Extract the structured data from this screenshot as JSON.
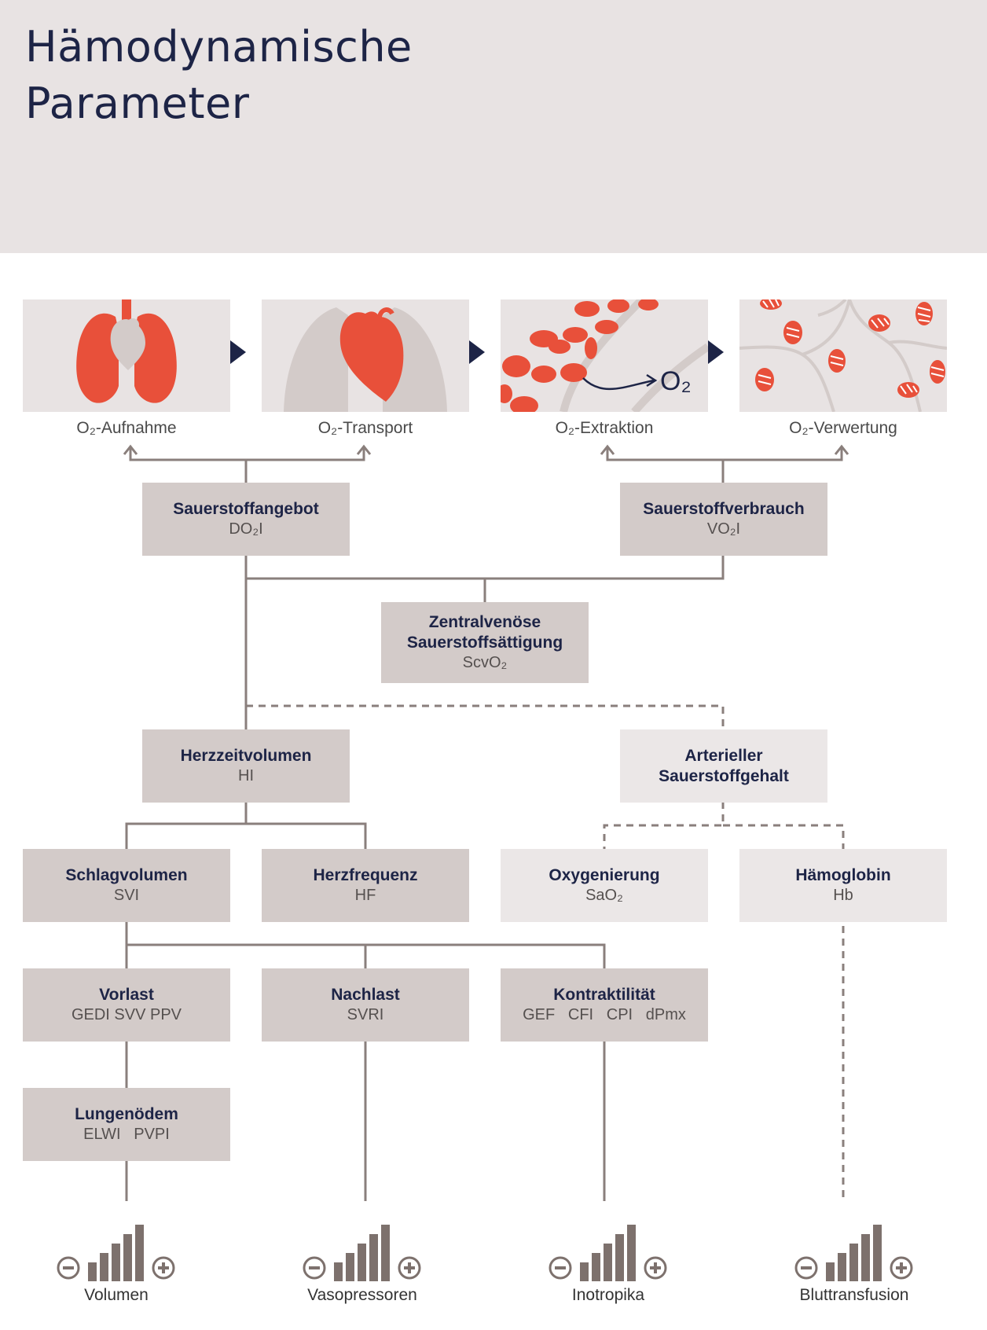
{
  "title": {
    "line1": "Hämodynamische",
    "line2": "Parameter"
  },
  "panels": [
    {
      "label": "O₂-Aufnahme",
      "icon": "lungs-heart-icon"
    },
    {
      "label": "O₂-Transport",
      "icon": "heart-icon"
    },
    {
      "label": "O₂-Extraktion",
      "icon": "red-blood-cells-icon",
      "annotation": "O₂"
    },
    {
      "label": "O₂-Verwertung",
      "icon": "mitochondria-icon"
    }
  ],
  "boxes": {
    "sauerstoffangebot": {
      "title": "Sauerstoffangebot",
      "sub": "DO₂I"
    },
    "sauerstoffverbrauch": {
      "title": "Sauerstoffverbrauch",
      "sub": "VO₂I"
    },
    "zentralvenoese": {
      "title_line1": "Zentralvenöse",
      "title_line2": "Sauerstoffsättigung",
      "sub": "ScvO₂"
    },
    "herzzeitvolumen": {
      "title": "Herzzeitvolumen",
      "sub": "HI"
    },
    "arterieller": {
      "title_line1": "Arterieller",
      "title_line2": "Sauerstoffgehalt"
    },
    "schlagvolumen": {
      "title": "Schlagvolumen",
      "sub": "SVI"
    },
    "herzfrequenz": {
      "title": "Herzfrequenz",
      "sub": "HF"
    },
    "oxygenierung": {
      "title": "Oxygenierung",
      "sub": "SaO₂"
    },
    "haemoglobin": {
      "title": "Hämoglobin",
      "sub": "Hb"
    },
    "vorlast": {
      "title": "Vorlast",
      "sub": "GEDI SVV PPV"
    },
    "nachlast": {
      "title": "Nachlast",
      "sub": "SVRI"
    },
    "kontraktilitaet": {
      "title": "Kontraktilität",
      "sub": "GEF   CFI   CPI   dPmx"
    },
    "lungenoedem": {
      "title": "Lungenödem",
      "sub": "ELWI   PVPI"
    }
  },
  "controls": [
    {
      "label": "Volumen",
      "minus_icon": "minus-circle-icon",
      "plus_icon": "plus-circle-icon"
    },
    {
      "label": "Vasopressoren",
      "minus_icon": "minus-circle-icon",
      "plus_icon": "plus-circle-icon"
    },
    {
      "label": "Inotropika",
      "minus_icon": "minus-circle-icon",
      "plus_icon": "plus-circle-icon"
    },
    {
      "label": "Bluttransfusion",
      "minus_icon": "minus-circle-icon",
      "plus_icon": "plus-circle-icon"
    }
  ],
  "colors": {
    "navy": "#1d2446",
    "accent_red": "#e8503a",
    "box_dark": "#d3cbc9",
    "box_light": "#ebe7e7",
    "line": "#8a7f7c",
    "bars": "#7d716d"
  }
}
